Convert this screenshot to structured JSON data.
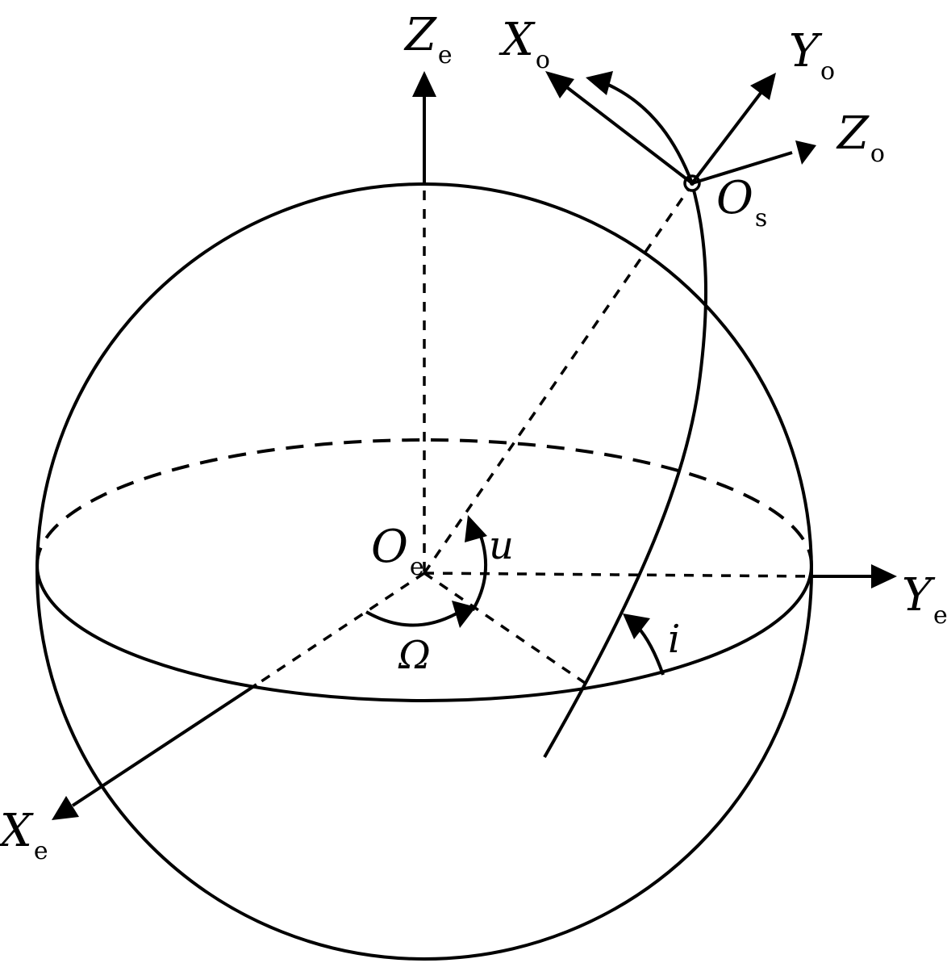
{
  "labels": {
    "ze": {
      "main": "Z",
      "sub": "e"
    },
    "ye": {
      "main": "Y",
      "sub": "e"
    },
    "xe": {
      "main": "X",
      "sub": "e"
    },
    "oe": {
      "main": "O",
      "sub": "e"
    },
    "xo": {
      "main": "X",
      "sub": "o"
    },
    "yo": {
      "main": "Y",
      "sub": "o"
    },
    "zo": {
      "main": "Z",
      "sub": "o"
    },
    "os": {
      "main": "O",
      "sub": "s"
    },
    "u": "u",
    "omega": "Ω",
    "i": "i"
  },
  "colors": {
    "stroke": "#000000",
    "background": "#ffffff"
  }
}
